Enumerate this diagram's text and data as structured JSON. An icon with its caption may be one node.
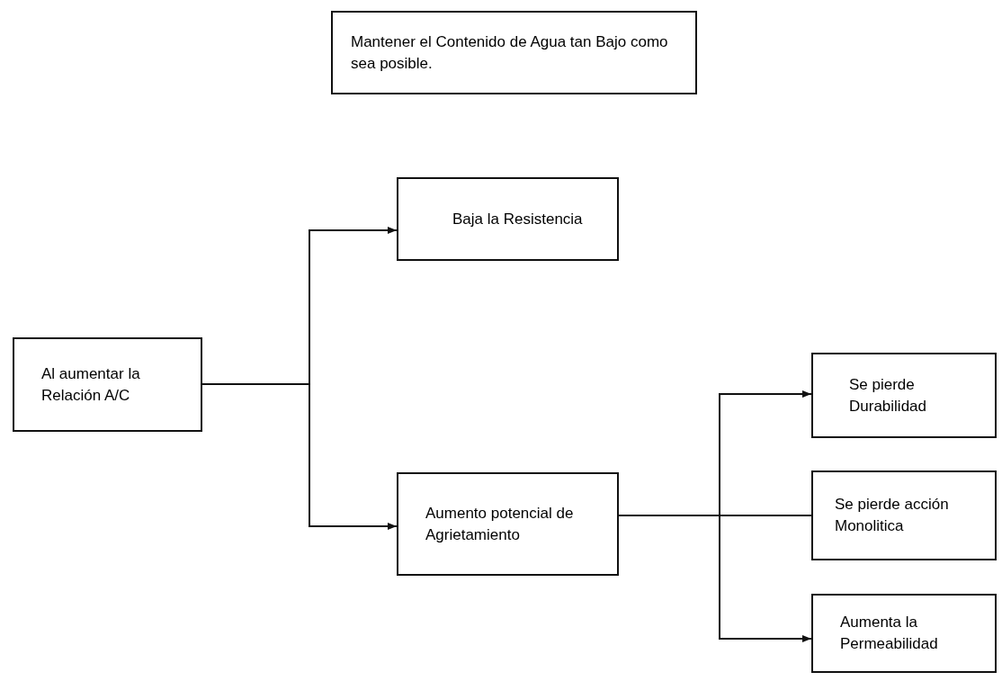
{
  "diagram": {
    "nodes": [
      {
        "text": [
          "Mantener el Contenido de Agua tan Bajo como sea posible."
        ]
      },
      {
        "text": [
          "Al aumentar la Relación A/C"
        ]
      },
      {
        "text": [
          "Baja la Resistencia"
        ]
      },
      {
        "text": [
          "Aumento potencial de Agrietamiento"
        ]
      },
      {
        "text": [
          "Se pierde Durabilidad"
        ]
      },
      {
        "text": [
          "Se pierde acción Monolitica"
        ]
      },
      {
        "text": [
          "Aumenta la Permeabilidad"
        ]
      }
    ],
    "edges": [
      {
        "from": 1,
        "to": 2,
        "arrow": "to"
      },
      {
        "from": 1,
        "to": 3,
        "arrow": "to"
      },
      {
        "from": 3,
        "to": 4,
        "arrow": "to"
      },
      {
        "from": 3,
        "to": 5,
        "arrow": "none"
      },
      {
        "from": 3,
        "to": 6,
        "arrow": "to"
      }
    ]
  }
}
